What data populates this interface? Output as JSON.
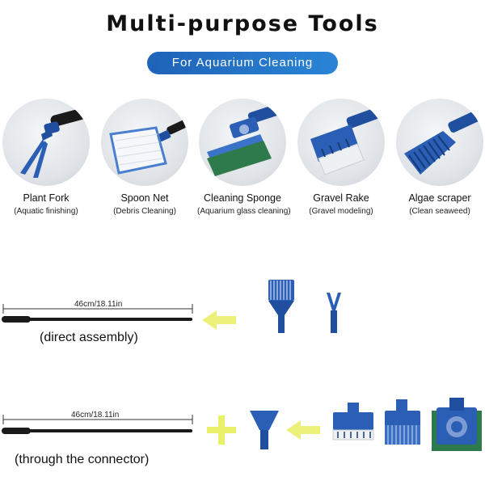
{
  "header": {
    "title": "Multi-purpose Tools",
    "subtitle": "For Aquarium Cleaning"
  },
  "tools": [
    {
      "name": "Plant Fork",
      "desc": "(Aquatic finishing)",
      "icon": "plant-fork-icon"
    },
    {
      "name": "Spoon Net",
      "desc": "(Debris Cleaning)",
      "icon": "spoon-net-icon"
    },
    {
      "name": "Cleaning Sponge",
      "desc": "(Aquarium glass cleaning)",
      "icon": "cleaning-sponge-icon"
    },
    {
      "name": "Gravel Rake",
      "desc": "(Gravel modeling)",
      "icon": "gravel-rake-icon"
    },
    {
      "name": "Algae scraper",
      "desc": "(Clean seaweed)",
      "icon": "algae-scraper-icon"
    }
  ],
  "assembly": {
    "direct": {
      "dimension": "46cm/18.11in",
      "caption": "(direct assembly)"
    },
    "connector": {
      "dimension": "46cm/18.11in",
      "caption": "(through the connector)"
    }
  },
  "colors": {
    "tool_blue": "#1f4f9e",
    "pill_blue": "#2a84d6",
    "arrow_yellow": "#e9f06a",
    "rod_black": "#1a1a1a",
    "sponge_green": "#2f7a4a"
  }
}
